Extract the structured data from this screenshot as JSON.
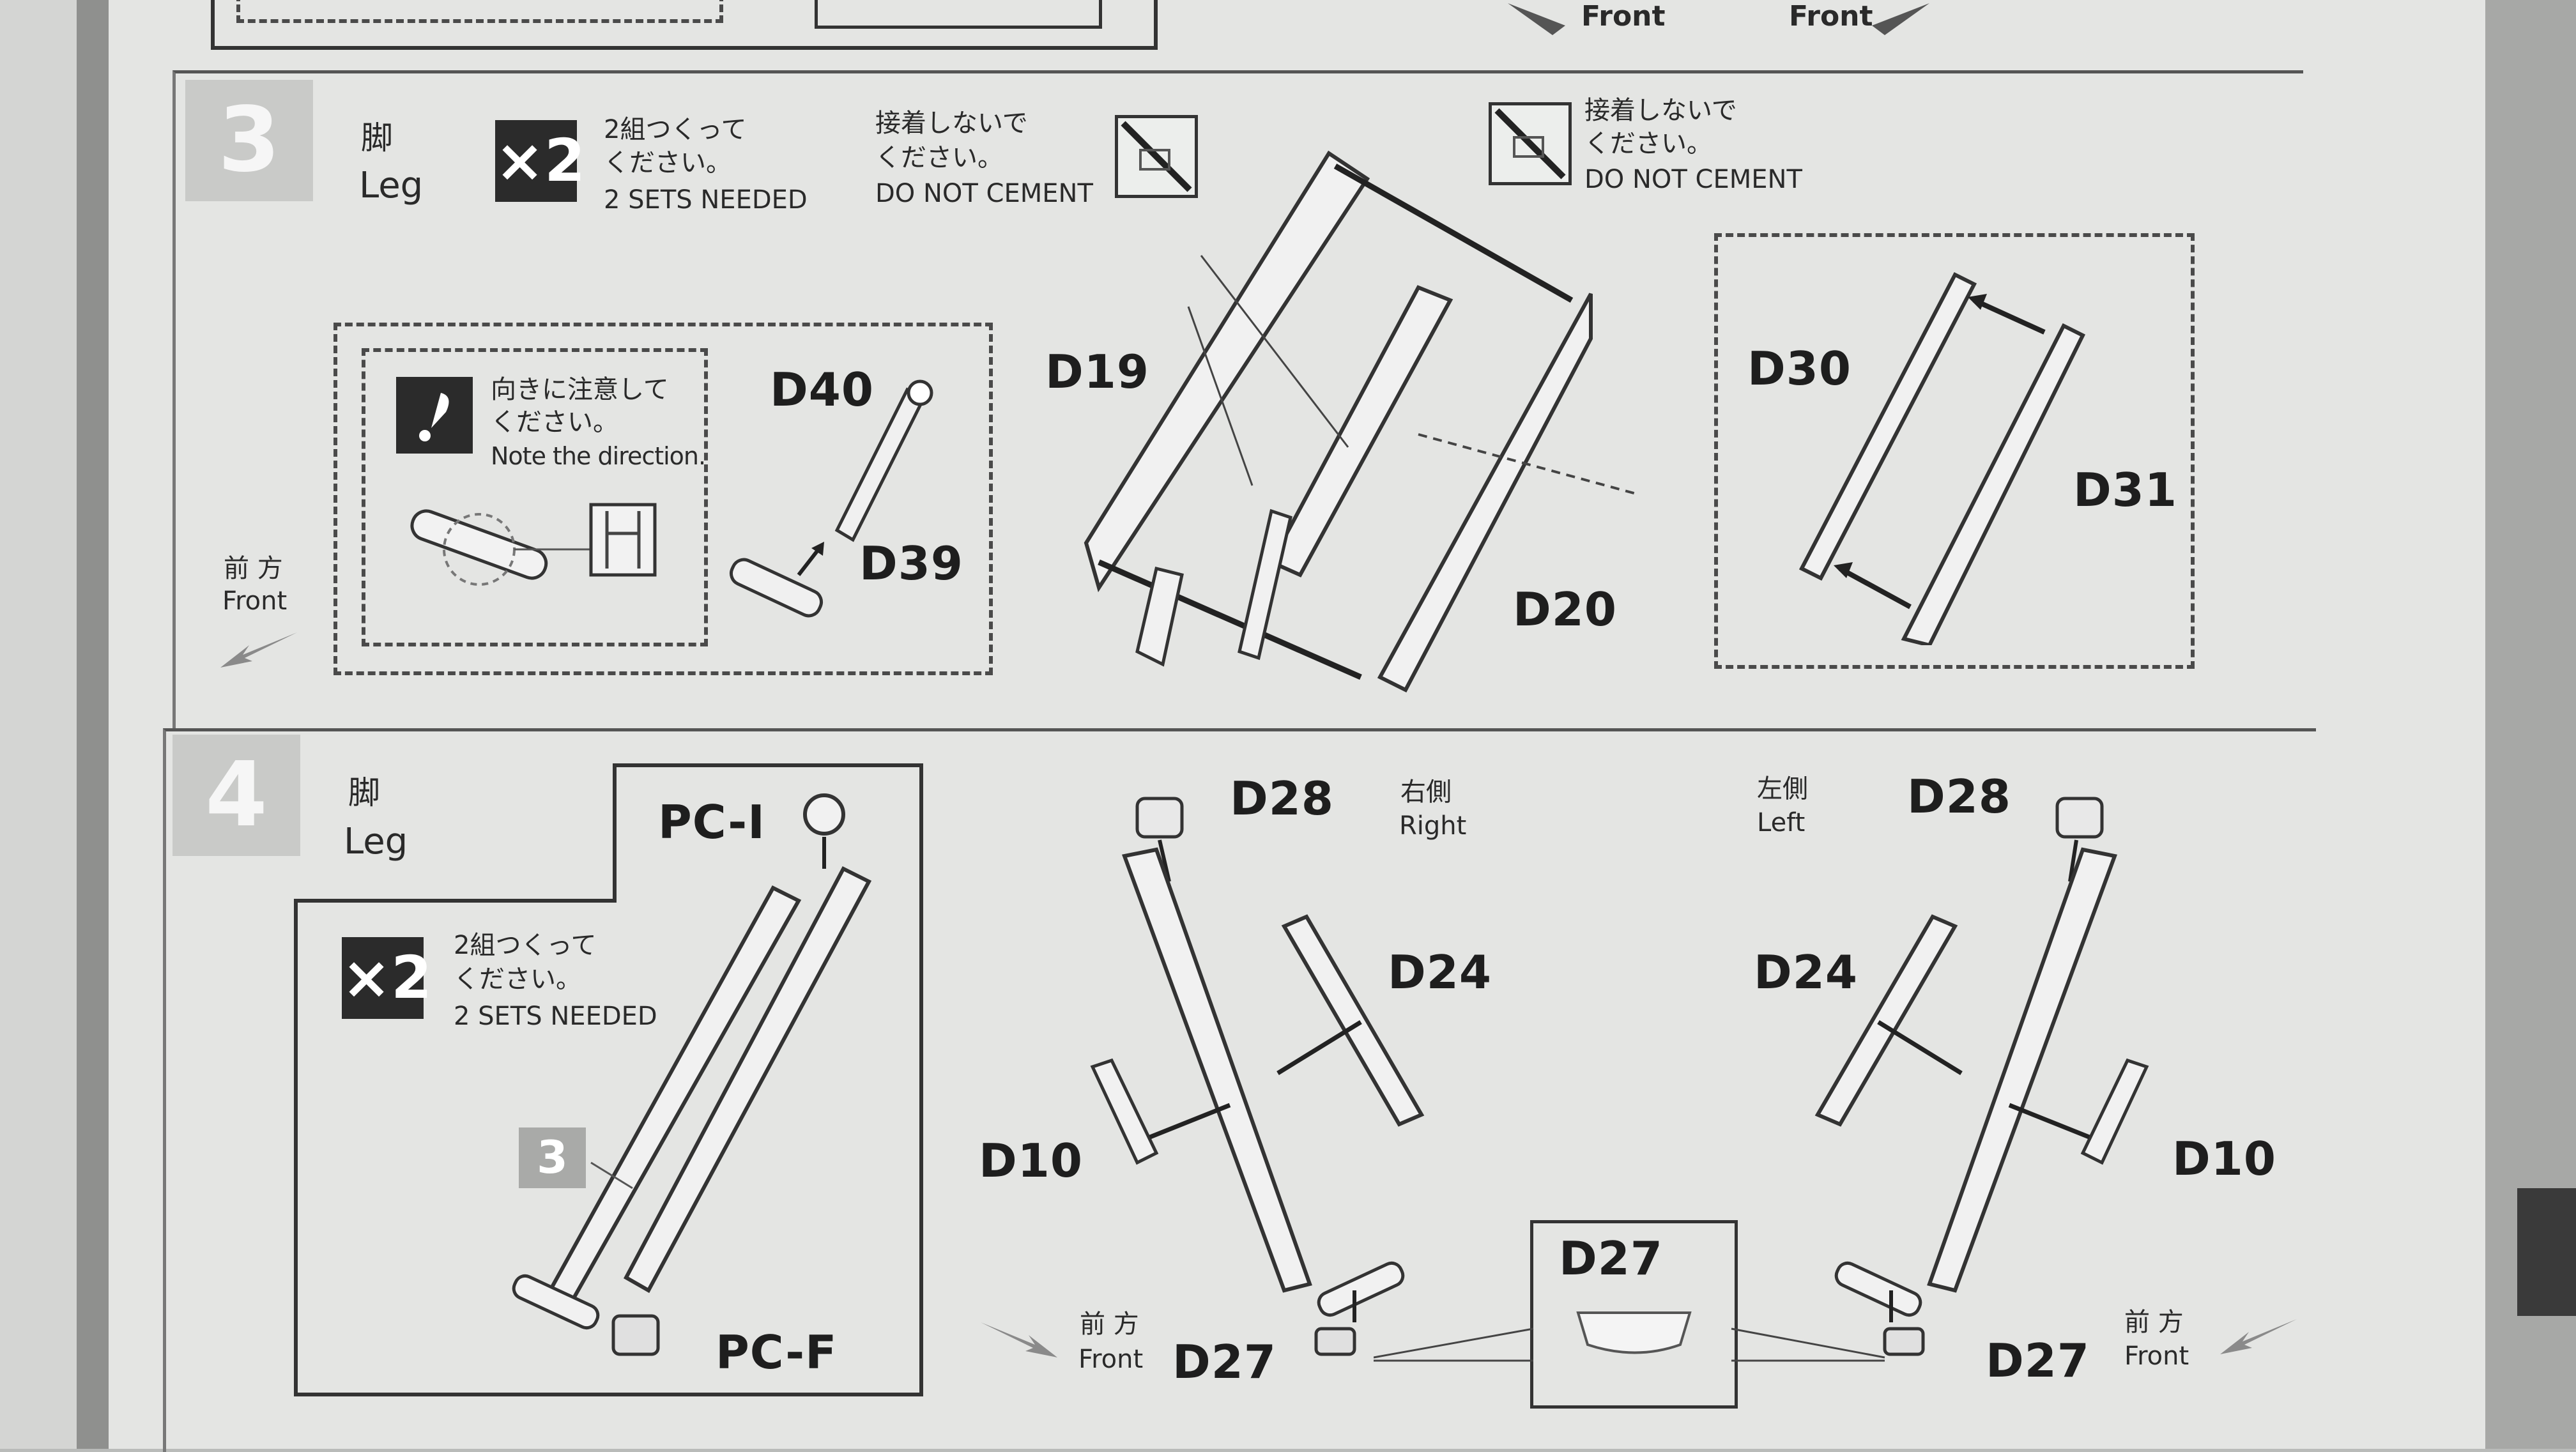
{
  "header": {
    "front_left": "Front",
    "front_right": "Front"
  },
  "step3": {
    "number": "3",
    "title_jp": "脚",
    "title_en": "Leg",
    "multiplier": "×2",
    "sets_jp_1": "2組つくって",
    "sets_jp_2": "ください。",
    "sets_en": "2 SETS NEEDED",
    "no_cement_jp_1": "接着しないで",
    "no_cement_jp_2": "ください。",
    "no_cement_en": "DO NOT CEMENT",
    "no_cement2_jp_1": "接着しないで",
    "no_cement2_jp_2": "ください。",
    "no_cement2_en": "DO NOT CEMENT",
    "note_jp_1": "向きに注意して",
    "note_jp_2": "ください。",
    "note_en": "Note the direction.",
    "front_jp": "前 方",
    "front_en": "Front",
    "parts": [
      "D40",
      "D39",
      "D19",
      "D20",
      "D30",
      "D31"
    ]
  },
  "step4": {
    "number": "4",
    "title_jp": "脚",
    "title_en": "Leg",
    "multiplier": "×2",
    "sets_jp_1": "2組つくって",
    "sets_jp_2": "ください。",
    "sets_en": "2 SETS NEEDED",
    "ref_step": "3",
    "pc_top": "PC-I",
    "pc_bottom": "PC-F",
    "right_jp": "右側",
    "right_en": "Right",
    "left_jp": "左側",
    "left_en": "Left",
    "front_left_jp": "前 方",
    "front_left_en": "Front",
    "front_right_jp": "前 方",
    "front_right_en": "Front",
    "parts_right": [
      "D28",
      "D24",
      "D10",
      "D27"
    ],
    "parts_left": [
      "D28",
      "D24",
      "D10",
      "D27"
    ],
    "detail_part": "D27"
  }
}
